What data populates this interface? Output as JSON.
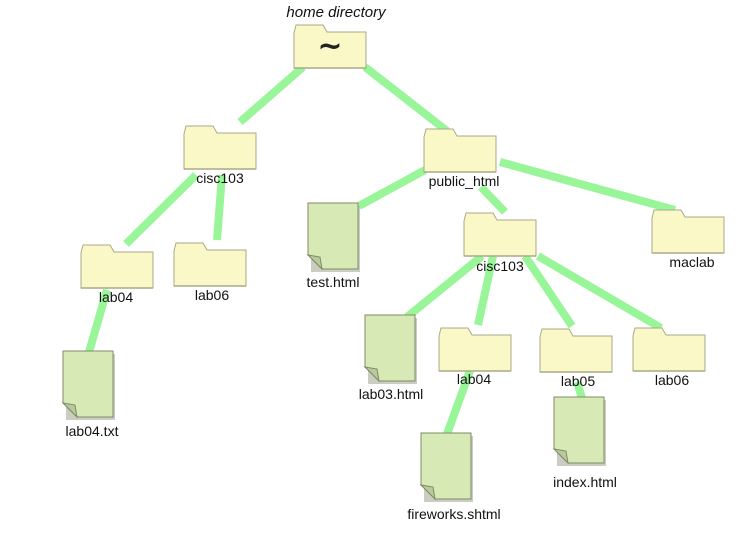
{
  "title": "home directory",
  "colors": {
    "edge": "#98f598",
    "folder_fill": "#fbf8c8",
    "folder_stroke": "#a9a98a",
    "file_fill": "#d7e9b4",
    "file_stroke": "#7f8a6a"
  },
  "nodes": {
    "home": {
      "label": "~",
      "kind": "folder-icon"
    },
    "cisc103_top": {
      "label": "cisc103",
      "kind": "folder-icon"
    },
    "public_html": {
      "label": "public_html",
      "kind": "folder-icon"
    },
    "lab04_top": {
      "label": "lab04",
      "kind": "folder-icon"
    },
    "lab06_top": {
      "label": "lab06",
      "kind": "folder-icon"
    },
    "lab04_txt": {
      "label": "lab04.txt",
      "kind": "file-icon"
    },
    "test_html": {
      "label": "test.html",
      "kind": "file-icon"
    },
    "cisc103_pub": {
      "label": "cisc103",
      "kind": "folder-icon"
    },
    "maclab": {
      "label": "maclab",
      "kind": "folder-icon"
    },
    "lab03_html": {
      "label": "lab03.html",
      "kind": "file-icon"
    },
    "lab04_pub": {
      "label": "lab04",
      "kind": "folder-icon"
    },
    "lab05_pub": {
      "label": "lab05",
      "kind": "folder-icon"
    },
    "lab06_pub": {
      "label": "lab06",
      "kind": "folder-icon"
    },
    "fireworks_shtml": {
      "label": "fireworks.shtml",
      "kind": "file-icon"
    },
    "index_html": {
      "label": "index.html",
      "kind": "file-icon"
    }
  }
}
